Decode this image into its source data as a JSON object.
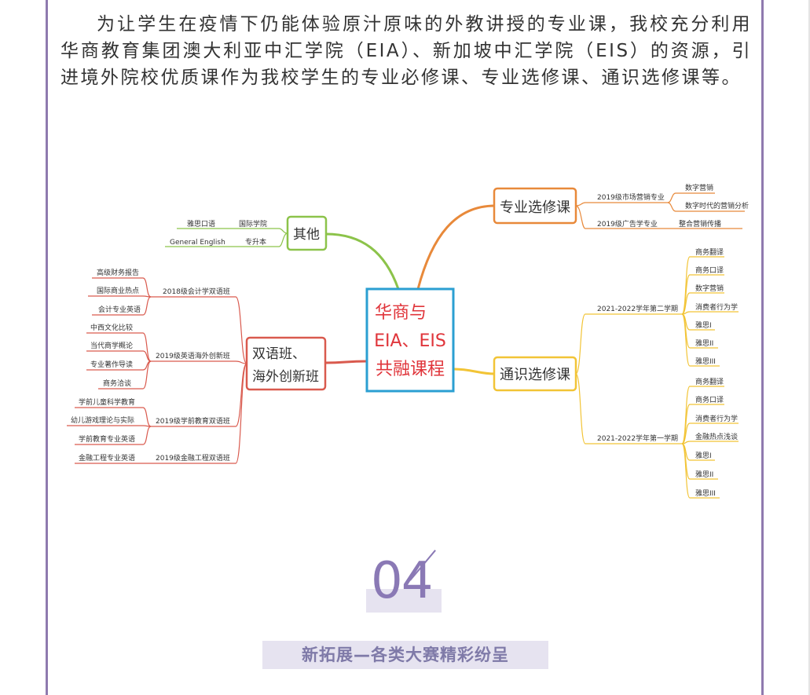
{
  "intro_text": "为让学生在疫情下仍能体验原汁原味的外教讲授的专业课，我校充分利用华商教育集团澳大利亚中汇学院（EIA）、新加坡中汇学院（EIS）的资源，引进境外院校优质课作为我校学生的专业必修课、专业选修课、通识选修课等。",
  "mindmap": {
    "center": {
      "line1": "华商与",
      "line2": "EIA、EIS",
      "line3": "共融课程"
    },
    "elective": {
      "label": "专业选修课",
      "groups": [
        {
          "label": "2019级市场营销专业",
          "leaves": [
            "数字营销",
            "数字时代的营销分析"
          ]
        },
        {
          "label": "2019级广告学专业",
          "leaves": [
            "整合营销传播"
          ]
        }
      ]
    },
    "general": {
      "label": "通识选修课",
      "groups": [
        {
          "label": "2021-2022学年第二学期",
          "leaves": [
            "商务翻译",
            "商务口译",
            "数字营销",
            "消费者行为学",
            "雅思I",
            "雅思II",
            "雅思III"
          ]
        },
        {
          "label": "2021-2022学年第一学期",
          "leaves": [
            "商务翻译",
            "商务口译",
            "消费者行为学",
            "金融热点浅谈",
            "雅思I",
            "雅思II",
            "雅思III"
          ]
        }
      ]
    },
    "other": {
      "label": "其他",
      "groups": [
        {
          "label": "国际学院",
          "leaves": [
            "雅思口语"
          ]
        },
        {
          "label": "专升本",
          "leaves": [
            "General English"
          ]
        }
      ]
    },
    "bilingual": {
      "line1": "双语班、",
      "line2": "海外创新班",
      "groups": [
        {
          "label": "2018级会计学双语班",
          "leaves": [
            "高级财务报告",
            "国际商业热点",
            "会计专业英语"
          ]
        },
        {
          "label": "2019级英语海外创新班",
          "leaves": [
            "中西文化比较",
            "当代商学概论",
            "专业著作导读",
            "商务洽谈"
          ]
        },
        {
          "label": "2019级学前教育双语班",
          "leaves": [
            "学前儿童科学教育",
            "幼儿游戏理论与实际",
            "学前教育专业英语"
          ]
        },
        {
          "label": "2019级金融工程双语班",
          "leaves": [
            "金融工程专业英语"
          ]
        }
      ]
    },
    "colors": {
      "elective": "#e8893a",
      "general": "#f2c436",
      "other": "#8cc34a",
      "bilingual": "#d95a4e",
      "center_border": "#2b9fd2",
      "center_text": "#e0353b"
    }
  },
  "section": {
    "number": "04",
    "title": "新拓展—各类大赛精彩纷呈"
  }
}
